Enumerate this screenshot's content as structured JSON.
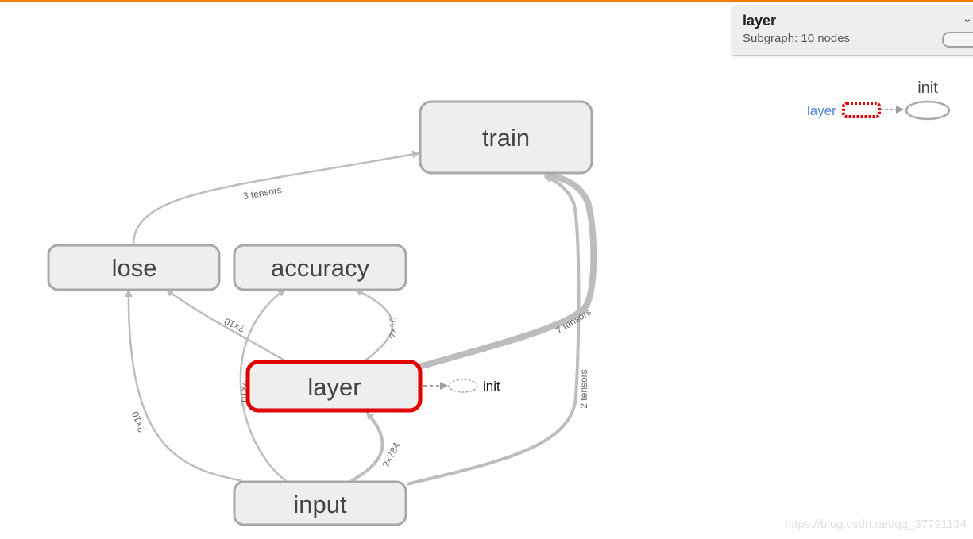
{
  "info_card": {
    "title": "layer",
    "subtitle": "Subgraph: 10 nodes"
  },
  "nodes": {
    "train": "train",
    "lose": "lose",
    "accuracy": "accuracy",
    "layer": "layer",
    "input": "input",
    "init_aux": "init"
  },
  "edge_labels": {
    "lose_train": "3 tensors",
    "layer_lose": "?×10",
    "layer_accuracy": "?×10",
    "input_accuracy": "?×10",
    "input_lose": "?×10",
    "input_layer": "?×784",
    "layer_train": "7 tensors",
    "input_train": "2 tensors"
  },
  "minimap": {
    "layer_label": "layer",
    "init_label": "init"
  },
  "watermark": "https://blog.csdn.net/qq_37791134",
  "colors": {
    "accent": "#f57c00",
    "selected": "#e00000",
    "node_fill": "#eeeeee",
    "node_stroke": "#a8a8a8",
    "edge": "#bdbdbd",
    "minimap_label": "#4a7fd6"
  }
}
